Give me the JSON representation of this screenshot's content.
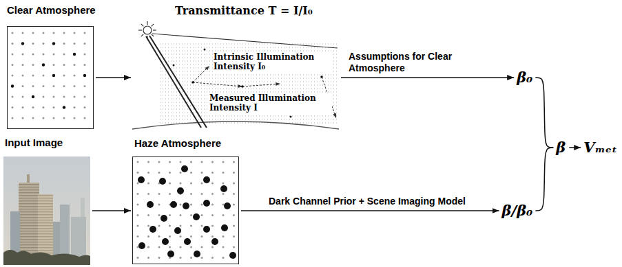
{
  "diagram": {
    "nodes": [
      {
        "text": [
          "Clear Atmosphere"
        ]
      },
      {
        "text": [
          "Transmittance T = I/I₀",
          "Intrinsic Illumination Intensity I₀",
          "Measured Illumination Intensity I"
        ]
      },
      {
        "text": [
          "β₀"
        ]
      },
      {
        "text": [
          "Input Image"
        ]
      },
      {
        "text": [
          "Haze Atmosphere"
        ]
      },
      {
        "text": [
          "β/β₀"
        ]
      },
      {
        "text": [
          "β"
        ]
      },
      {
        "text": [
          "Vₘₑₜ"
        ]
      }
    ],
    "edges": [
      {
        "from": 0,
        "to": 1,
        "arrow": "to"
      },
      {
        "from": 1,
        "to": 2,
        "label": "Assumptions for Clear Atmosphere",
        "arrow": "to"
      },
      {
        "from": 3,
        "to": 4,
        "arrow": "to"
      },
      {
        "from": 4,
        "to": 5,
        "label": "Dark Channel Prior + Scene Imaging Model",
        "arrow": "to"
      },
      {
        "from": 2,
        "to": 6,
        "arrow": "none"
      },
      {
        "from": 5,
        "to": 6,
        "arrow": "none"
      },
      {
        "from": 6,
        "to": 7,
        "arrow": "to"
      }
    ]
  }
}
